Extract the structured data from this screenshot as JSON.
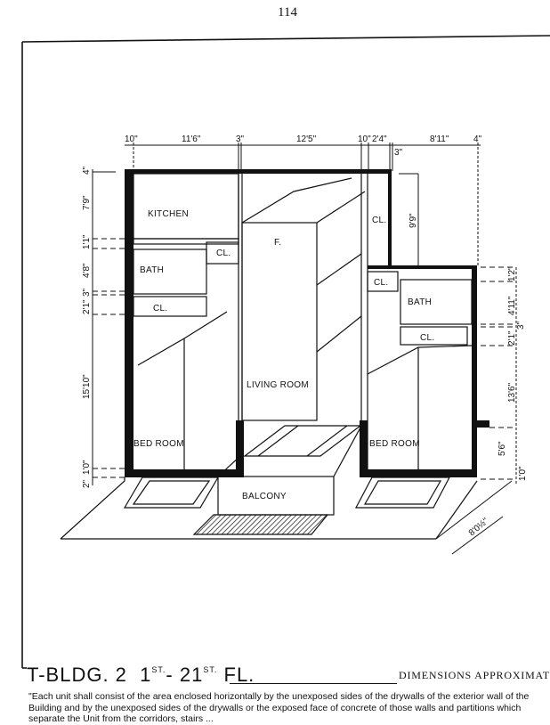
{
  "page_number": "114",
  "title": {
    "building": "T-BLDG. 2",
    "floor_from": "1",
    "floor_from_sup": "ST.",
    "floor_sep": "- 2",
    "floor_to": "1",
    "floor_to_sup": "ST.",
    "floor_suffix": "FL."
  },
  "dimensions_note": "DIMENSIONS APPROXIMAT",
  "footnote": "\"Each unit shall consist of the area enclosed horizontally by the unexposed sides of the drywalls of the exterior wall of the Building and by the unexposed sides of the drywalls or the exposed face of concrete of those walls and partitions which separate the Unit from the corridors, stairs ...",
  "rooms": {
    "kitchen": "KITCHEN",
    "bath_left": "BATH",
    "closet_1": "CL.",
    "closet_2": "CL.",
    "closet_3": "CL.",
    "closet_4": "CL.",
    "closet_5": "CL.",
    "bath_right": "BATH",
    "fireplace": "F.",
    "living_room": "LIVING ROOM",
    "bedroom_left": "BED ROOM",
    "bedroom_right": "BED ROOM",
    "balcony": "BALCONY"
  },
  "dims_top": [
    "10\"",
    "11'6\"",
    "3\"",
    "12'5\"",
    "10\"",
    "2'4\"",
    "8'11\"",
    "4\"",
    "3\""
  ],
  "dims_left": [
    "4\"",
    "7'9\"",
    "1'1\"",
    "4'8\"",
    "3\"",
    "2'1\"",
    "15'10\"",
    "1'0\"",
    "2\""
  ],
  "dims_right": [
    "9'9\"",
    "1'2\"",
    "4'11\"",
    "3\"",
    "2'1\"",
    "13'6\"",
    "5'6\"",
    "1'0\"",
    "8'0½\""
  ]
}
